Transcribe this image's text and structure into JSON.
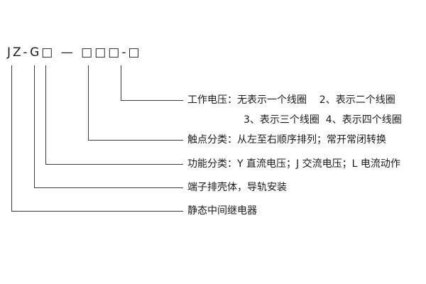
{
  "model_code": {
    "text": "JZ-G□ — □□□-□"
  },
  "callouts": [
    {
      "id": "working-voltage",
      "text": "工作电压：无表示一个线圈    2、表示二个线圈"
    },
    {
      "id": "working-voltage-line2",
      "text": "3、表示三个线圈  4、表示四个线圈"
    },
    {
      "id": "contact-class",
      "text": "触点分类：从左至右顺序排列；常开常闭转换"
    },
    {
      "id": "function-class",
      "text": "功能分类：Y 直流电压；J 交流电压；L 电流动作"
    },
    {
      "id": "housing",
      "text": "端子排壳体，导轨安装"
    },
    {
      "id": "relay-type",
      "text": "静态中间继电器"
    }
  ],
  "colors": {
    "background": "#ffffff",
    "text": "#1a1a1a",
    "line": "#3a3a3a"
  }
}
